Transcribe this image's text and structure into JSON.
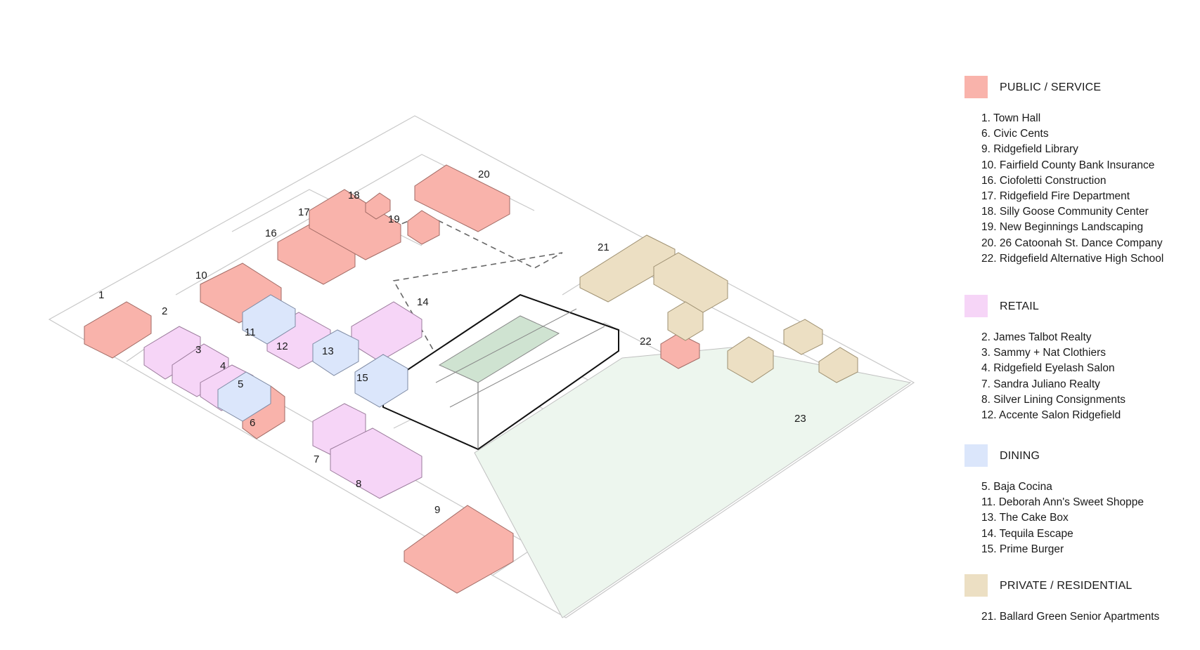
{
  "map": {
    "labels": [
      "1",
      "2",
      "3",
      "4",
      "5",
      "6",
      "7",
      "8",
      "9",
      "10",
      "11",
      "12",
      "13",
      "14",
      "15",
      "16",
      "17",
      "18",
      "19",
      "20",
      "21",
      "22",
      "23"
    ]
  },
  "legend": {
    "groups": [
      {
        "title": "PUBLIC / SERVICE",
        "color": "#f9b3ab",
        "items": [
          "1. Town Hall",
          "6. Civic Cents",
          "9. Ridgefield Library",
          "10. Fairfield County Bank Insurance",
          "16. Ciofoletti Construction",
          "17. Ridgefield Fire Department",
          "18. Silly Goose Community Center",
          "19. New Beginnings Landscaping",
          "20. 26 Catoonah St. Dance Company",
          "22. Ridgefield Alternative High School"
        ]
      },
      {
        "title": "RETAIL",
        "color": "#f6d5f7",
        "items": [
          "2. James Talbot Realty",
          "3. Sammy + Nat Clothiers",
          "4. Ridgefield Eyelash Salon",
          "7. Sandra Juliano Realty",
          "8. Silver Lining Consignments",
          "12. Accente Salon Ridgefield"
        ]
      },
      {
        "title": "DINING",
        "color": "#dbe6fb",
        "items": [
          "5. Baja Cocina",
          "11. Deborah Ann's Sweet Shoppe",
          "13. The Cake Box",
          "14. Tequila Escape",
          "15. Prime Burger"
        ]
      },
      {
        "title": "PRIVATE / RESIDENTIAL",
        "color": "#ecdfc3",
        "items": [
          "21. Ballard Green Senior Apartments"
        ]
      }
    ]
  }
}
